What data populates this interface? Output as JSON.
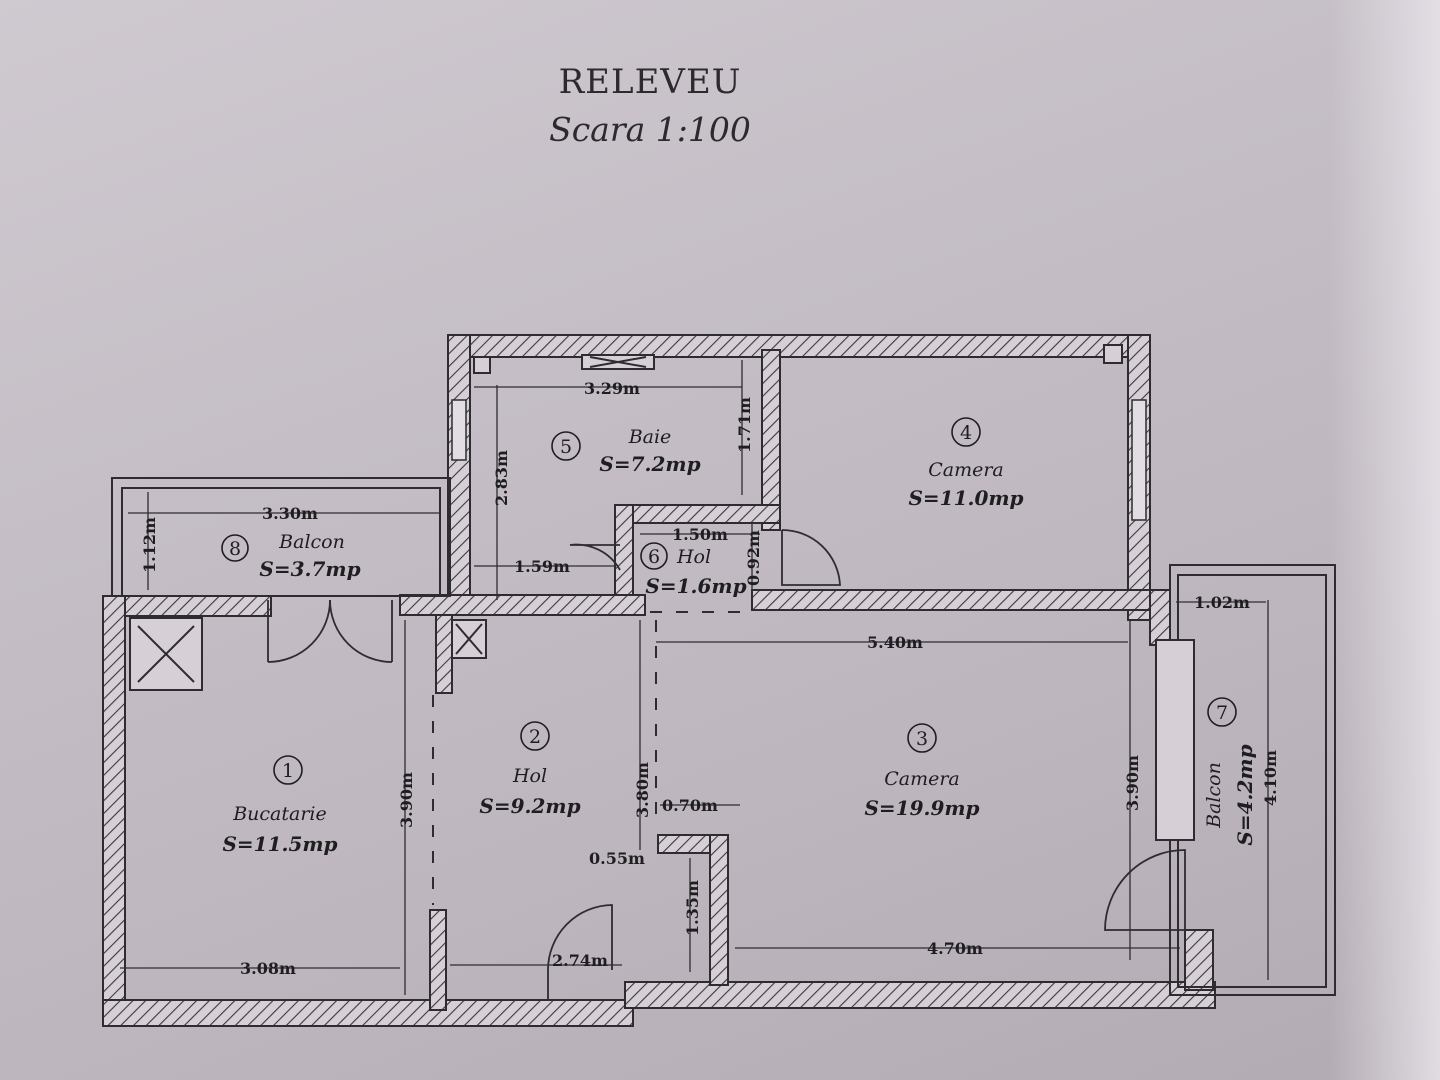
{
  "title": "RELEVEU",
  "subtitle": "Scara 1:100",
  "colors": {
    "wall": "#2e2c30",
    "paper": "#c5bec6",
    "hatch": "#3a383d"
  },
  "rooms": [
    {
      "id": "1",
      "name": "Bucatarie",
      "area": "S=11.5mp"
    },
    {
      "id": "2",
      "name": "Hol",
      "area": "S=9.2mp"
    },
    {
      "id": "3",
      "name": "Camera",
      "area": "S=19.9mp"
    },
    {
      "id": "4",
      "name": "Camera",
      "area": "S=11.0mp"
    },
    {
      "id": "5",
      "name": "Baie",
      "area": "S=7.2mp"
    },
    {
      "id": "6",
      "name": "Hol",
      "area": "S=1.6mp"
    },
    {
      "id": "7",
      "name": "Balcon",
      "area": "S=4.2mp"
    },
    {
      "id": "8",
      "name": "Balcon",
      "area": "S=3.7mp"
    }
  ],
  "dimensions": {
    "baie_width": "3.29m",
    "baie_height": "2.83m",
    "baie_side": "1.71m",
    "balcon8_width": "3.30m",
    "balcon8_height": "1.12m",
    "hol6_width": "1.50m",
    "hol6_left": "1.59m",
    "hol6_height": "0.92m",
    "camera3_width": "5.40m",
    "balcon7_width": "1.02m",
    "camera3_height": "3.90m",
    "balcon7_height": "4.10m",
    "bucatarie_height": "3.90m",
    "hol2_height": "3.80m",
    "niche_width": "0.70m",
    "niche_offset": "0.55m",
    "niche_height": "1.35m",
    "bucatarie_width": "3.08m",
    "hol2_width": "2.74m",
    "camera3_bottom": "4.70m"
  }
}
